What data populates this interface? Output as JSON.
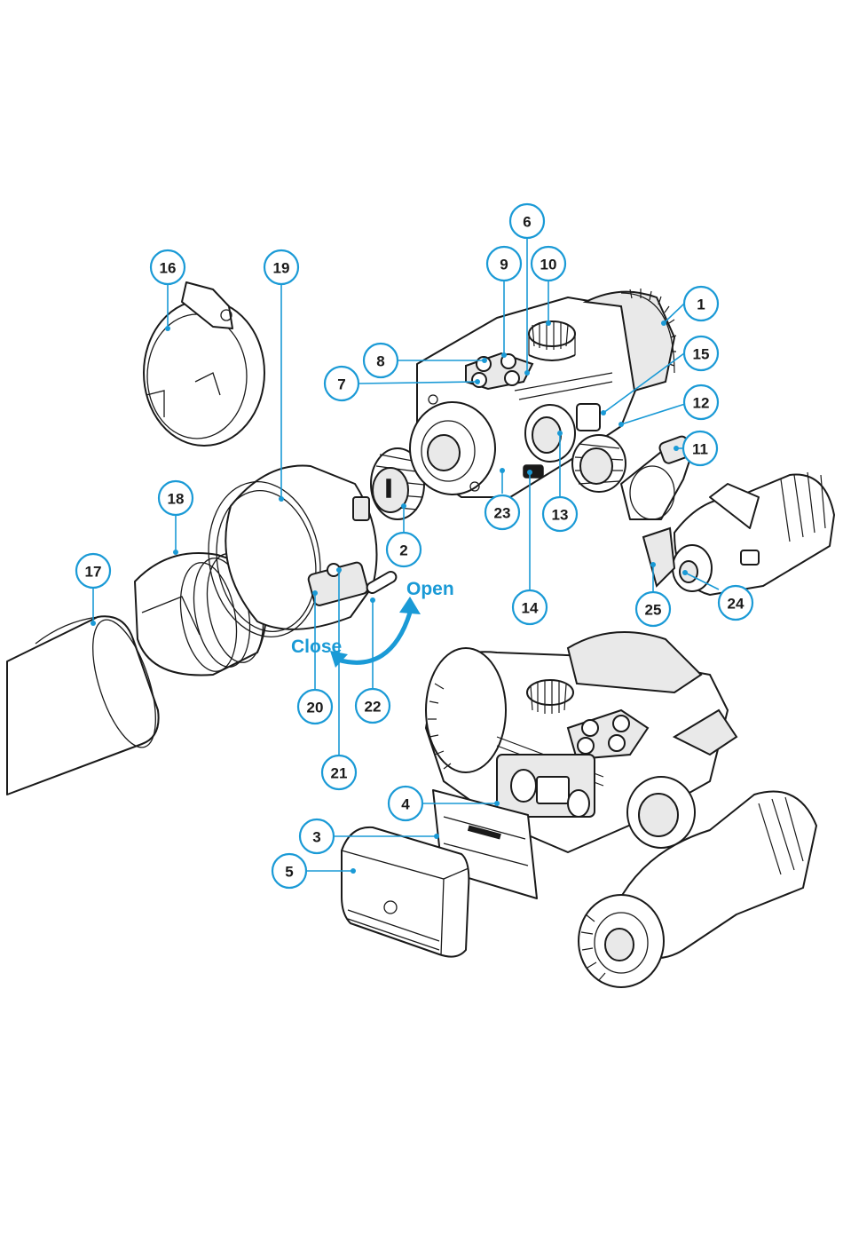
{
  "callouts": [
    "1",
    "2",
    "3",
    "4",
    "5",
    "6",
    "7",
    "8",
    "9",
    "10",
    "11",
    "12",
    "13",
    "14",
    "15",
    "16",
    "17",
    "18",
    "19",
    "20",
    "21",
    "22",
    "23",
    "24",
    "25"
  ],
  "actions": {
    "open": "Open",
    "close": "Close"
  },
  "colors": {
    "accent": "#1a9ad6",
    "line": "#1a1a1a",
    "background": "#ffffff"
  }
}
